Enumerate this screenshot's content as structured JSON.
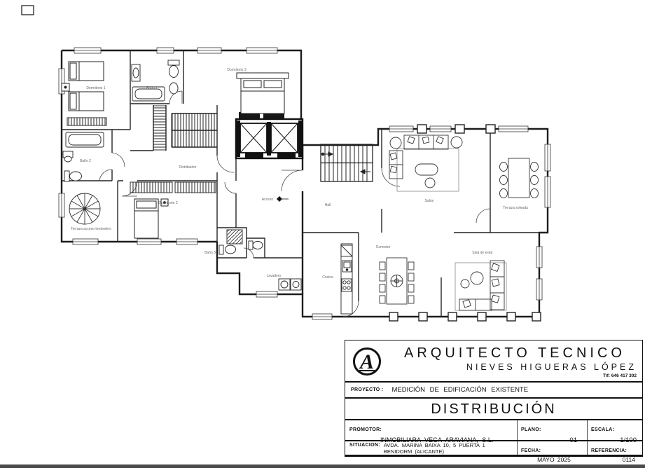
{
  "sheet": {
    "firm_name": "ARQUITECTO TECNICO",
    "firm_person": "NIEVES HIGUERAS LÓPEZ",
    "firm_phone": "Tlf: 646 417 302",
    "proyecto_label": "PROYECTO :",
    "proyecto_value": "MEDICIÓN DE EDIFICACIÓN EXISTENTE",
    "drawing_title": "DISTRIBUCIÓN",
    "promotor_label": "PROMOTOR:",
    "promotor_value": "INMOBILIARA VEGA ARAVIANA, S.L.",
    "plano_label": "PLANO:",
    "plano_value": "01",
    "escala_label": "ESCALA:",
    "escala_value": "1/100",
    "situacion_label": "SITUACION:",
    "situacion_line1": "AVDA. MARINA BAIXA 10, 5 PUERTA 1",
    "situacion_line2": "BENIDORM (ALICANTE)",
    "fecha_label": "FECHA:",
    "fecha_value": "MAYO 2025",
    "referencia_label": "REFERENCIA:",
    "referencia_value": "0114"
  },
  "plan": {
    "rooms": {
      "dormitorio1": "Dormitorio 1",
      "bano1": "Baño 1",
      "dormitorio3": "Dormitorio 3",
      "bano2": "Baño 2",
      "distribuidor": "Distribuidor",
      "dormitorio2": "Dormitorio 2",
      "terraza_tendedero": "Terraza acceso tendedero",
      "acceso": "Acceso",
      "hall": "Hall",
      "salon": "Salón",
      "terraza_soleada": "Terraza soleada",
      "comedor": "Comedor",
      "sala_estar": "Sala de estar",
      "cocina": "Cocina",
      "lavadero": "Lavadero",
      "bano3": "Baño 3"
    }
  }
}
